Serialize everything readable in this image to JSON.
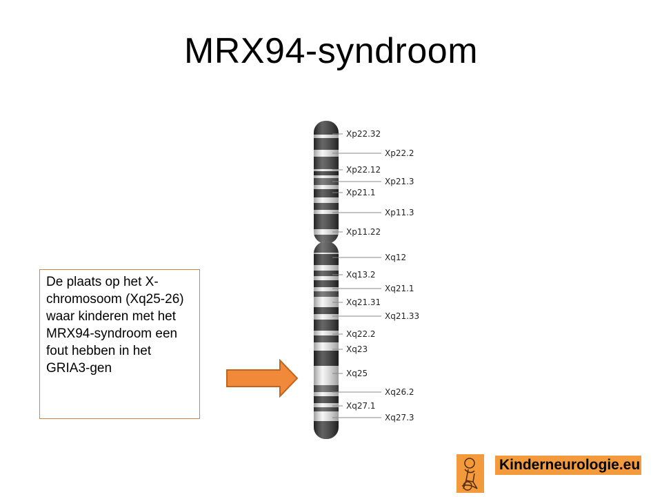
{
  "slide": {
    "title": "MRX94-syndroom",
    "callout_text": "De plaats op het X-chromosoom  (Xq25-26) waar kinderen met het MRX94-syndroom een fout hebben in het GRIA3-gen"
  },
  "chromosome": {
    "bands_p": [
      "Xp22.32",
      "Xp22.2",
      "Xp22.12",
      "Xp21.3",
      "Xp21.1",
      "Xp11.3",
      "Xp11.22"
    ],
    "bands_q": [
      "Xq12",
      "Xq13.2",
      "Xq21.1",
      "Xq21.31",
      "Xq21.33",
      "Xq22.2",
      "Xq23",
      "Xq25",
      "Xq26.2",
      "Xq27.1",
      "Xq27.3"
    ]
  },
  "colors": {
    "arrow_fill": "#f08a3a",
    "arrow_stroke": "#c0651f",
    "callout_border": "#d9803a",
    "logo_background": "#f39a3c"
  },
  "logo": {
    "text": "Kinderneurologie.eu",
    "icon": "child-figure-logo-icon"
  }
}
